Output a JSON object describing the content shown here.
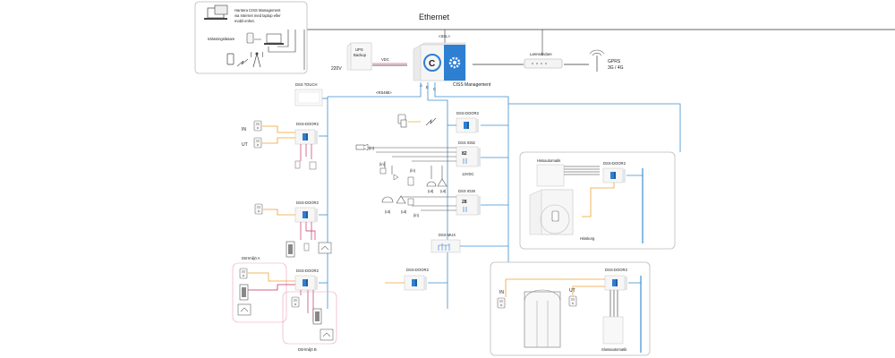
{
  "title": "Ethernet",
  "remote": {
    "line1": "Hantera CISS Management",
    "line2": "via Internet med laptop eller",
    "line3": "mobil enhet.",
    "enroll": "Inläsningsläsare"
  },
  "ssl": "<SSL>",
  "rs485": "<RS485>",
  "ups": {
    "label1": "UPS",
    "label2": "Backup",
    "v220": "220V",
    "vdc": "VDC"
  },
  "ciss": {
    "label": "CISS Management",
    "a": "A",
    "b": "B",
    "c": "C"
  },
  "router": "Larmsändare",
  "gprs": {
    "l1": "GPRS",
    "l2": "3G / 4G"
  },
  "dss_touch": "DSS TOUCH",
  "door1": {
    "label": "DSS-DOOR2",
    "in": "IN",
    "ut": "UT"
  },
  "door2": {
    "label": "DSS-DOOR2"
  },
  "door3": {
    "label": "DSS-DOOR2",
    "lock_a": "Dörrmiljö A",
    "lock_b": "Dörrmiljö B"
  },
  "center": {
    "door": "DSS-DOOR2",
    "io82": {
      "label": "DSS IO82",
      "num": "82",
      "v12": "12VDC"
    },
    "io28": {
      "label": "DSS IO28",
      "num": "28"
    },
    "mux": "DSS MUX",
    "door_bottom": "DSS-DOOR2",
    "tag_in": "(in)",
    "tag_ut": "(ut)"
  },
  "lift": {
    "auto": "Hissautomatik",
    "door": "DSS-DOOR2",
    "car": "Hisskorg"
  },
  "sluss": {
    "door": "DSS-DOOR2",
    "in": "IN",
    "ut": "UT",
    "auto": "Slussautomatik"
  },
  "colors": {
    "bus": "#3b8fd0",
    "orange": "#f0a030",
    "pink": "#c0356a",
    "dark": "#444444",
    "accent": "#2d7fd1",
    "ups_red": "#e05a6e"
  }
}
